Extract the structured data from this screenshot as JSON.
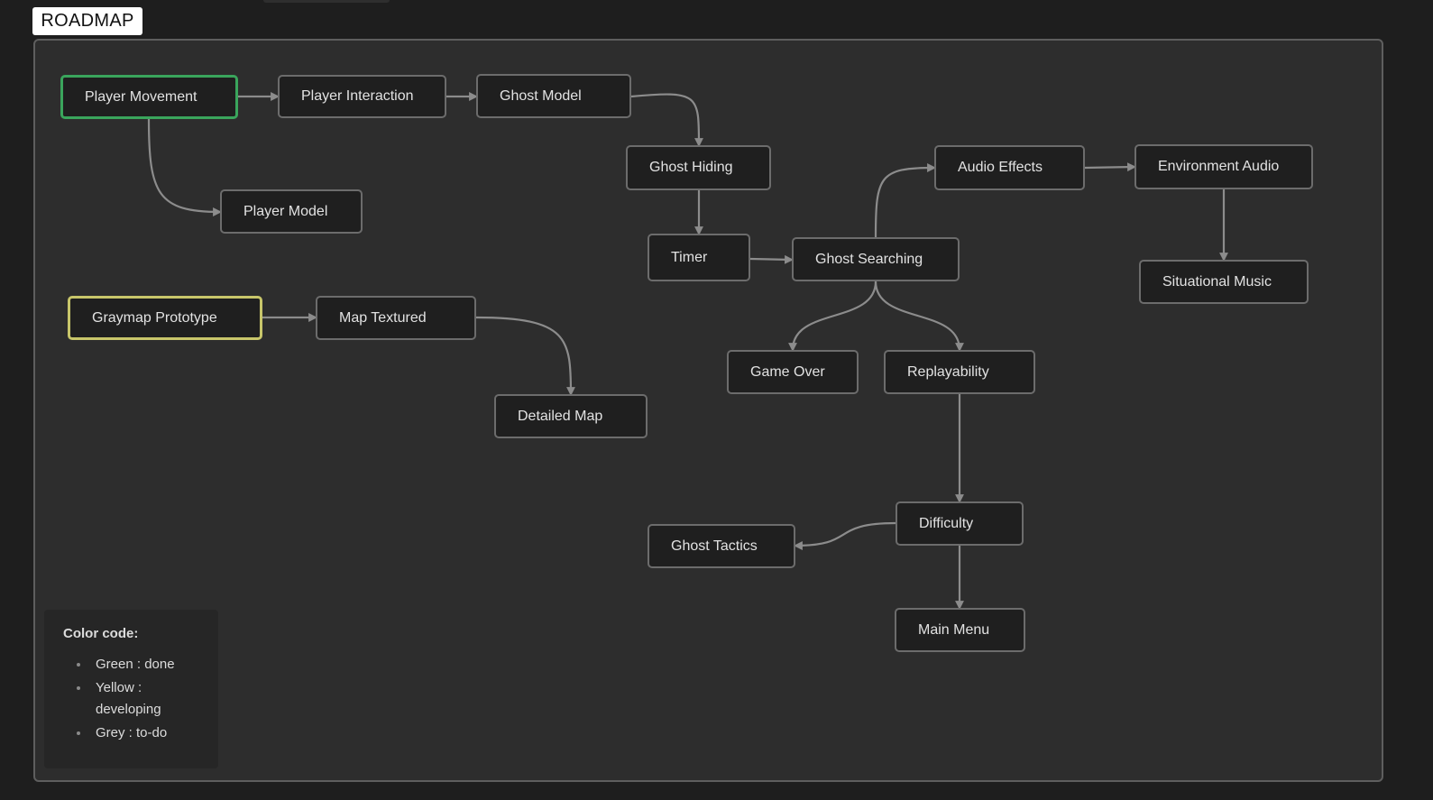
{
  "header": {
    "title": "ROADMAP"
  },
  "colors": {
    "done": "#3aa55c",
    "developing": "#c8c66a",
    "todo": "#6c6c6c",
    "edge": "#8c8c8c"
  },
  "nodes": [
    {
      "id": "player-movement",
      "label": "Player Movement",
      "status": "done"
    },
    {
      "id": "player-interaction",
      "label": "Player Interaction",
      "status": "todo"
    },
    {
      "id": "ghost-model",
      "label": "Ghost Model",
      "status": "todo"
    },
    {
      "id": "player-model",
      "label": "Player Model",
      "status": "todo"
    },
    {
      "id": "ghost-hiding",
      "label": "Ghost Hiding",
      "status": "todo"
    },
    {
      "id": "timer",
      "label": "Timer",
      "status": "todo"
    },
    {
      "id": "ghost-searching",
      "label": "Ghost Searching",
      "status": "todo"
    },
    {
      "id": "audio-effects",
      "label": "Audio Effects",
      "status": "todo"
    },
    {
      "id": "environment-audio",
      "label": "Environment Audio",
      "status": "todo"
    },
    {
      "id": "situational-music",
      "label": "Situational Music",
      "status": "todo"
    },
    {
      "id": "graymap-prototype",
      "label": "Graymap Prototype",
      "status": "developing"
    },
    {
      "id": "map-textured",
      "label": "Map Textured",
      "status": "todo"
    },
    {
      "id": "detailed-map",
      "label": "Detailed Map",
      "status": "todo"
    },
    {
      "id": "game-over",
      "label": "Game Over",
      "status": "todo"
    },
    {
      "id": "replayability",
      "label": "Replayability",
      "status": "todo"
    },
    {
      "id": "difficulty",
      "label": "Difficulty",
      "status": "todo"
    },
    {
      "id": "ghost-tactics",
      "label": "Ghost Tactics",
      "status": "todo"
    },
    {
      "id": "main-menu",
      "label": "Main Menu",
      "status": "todo"
    }
  ],
  "edges": [
    [
      "player-movement",
      "player-interaction"
    ],
    [
      "player-movement",
      "player-model"
    ],
    [
      "player-interaction",
      "ghost-model"
    ],
    [
      "ghost-model",
      "ghost-hiding"
    ],
    [
      "ghost-hiding",
      "timer"
    ],
    [
      "timer",
      "ghost-searching"
    ],
    [
      "ghost-searching",
      "audio-effects"
    ],
    [
      "audio-effects",
      "environment-audio"
    ],
    [
      "environment-audio",
      "situational-music"
    ],
    [
      "ghost-searching",
      "game-over"
    ],
    [
      "ghost-searching",
      "replayability"
    ],
    [
      "graymap-prototype",
      "map-textured"
    ],
    [
      "map-textured",
      "detailed-map"
    ],
    [
      "replayability",
      "difficulty"
    ],
    [
      "difficulty",
      "ghost-tactics"
    ],
    [
      "difficulty",
      "main-menu"
    ]
  ],
  "legend": {
    "title": "Color code:",
    "items": [
      "Green : done",
      "Yellow : developing",
      "Grey : to-do"
    ]
  }
}
